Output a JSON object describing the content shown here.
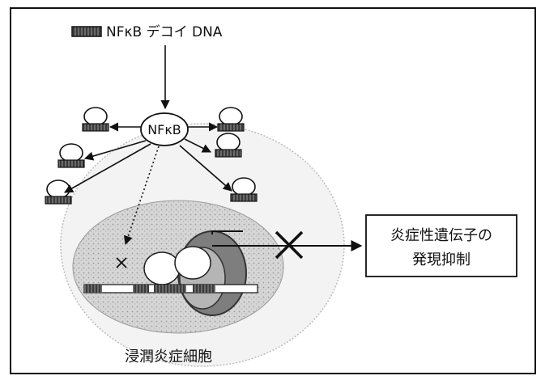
{
  "legend": {
    "label": "NFκB デコイ DNA"
  },
  "center": {
    "label": "NFκB"
  },
  "output_box": {
    "line1": "炎症性遺伝子の",
    "line2": "発現抑制"
  },
  "cell": {
    "label": "浸潤炎症細胞"
  },
  "colors": {
    "ink": "#111111",
    "cell_fill": "#cfcfcf",
    "nucleus_fill": "#8a8a8a",
    "background": "#ffffff"
  }
}
